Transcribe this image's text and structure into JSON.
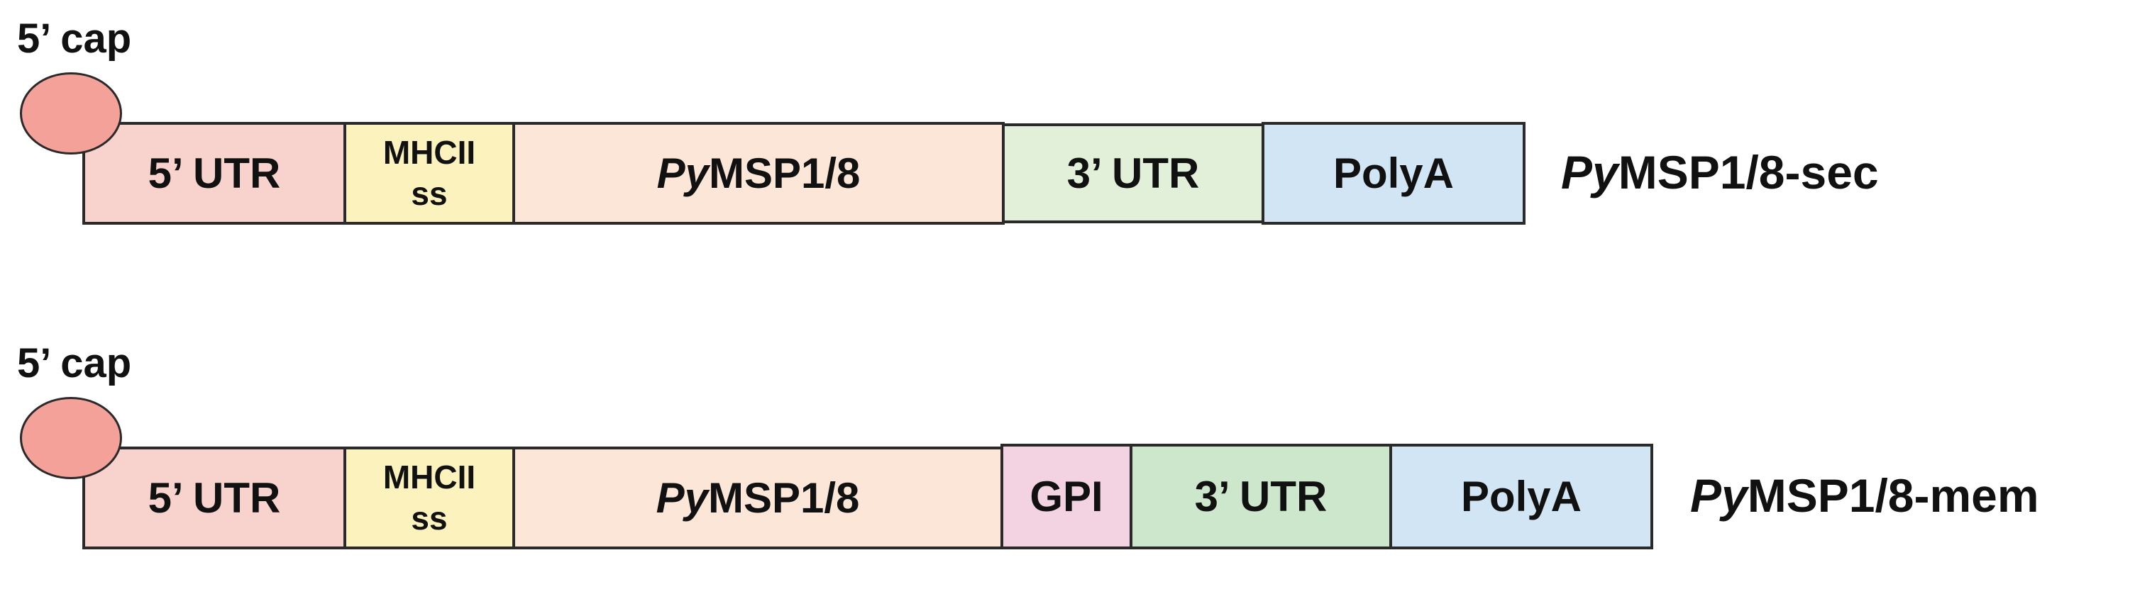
{
  "colors": {
    "cap": "#f4a19a",
    "utr5": "#f8d3cd",
    "mhcii": "#fbf2bd",
    "gene": "#fbe6d8",
    "gpi": "#f3d3e1",
    "utr3_sec": "#e2efd9",
    "utr3_mem": "#cde7cd",
    "polya": "#d2e5f4",
    "outline": "#2a2a2a"
  },
  "constructs": [
    {
      "cap_label": "5’ cap",
      "segments": {
        "utr5": "5’ UTR",
        "mhcii_line1": "MHCII",
        "mhcii_line2": "ss",
        "gene_italic": "Py",
        "gene_rest": "MSP1/8",
        "utr3": "3’ UTR",
        "polya": "PolyA"
      },
      "name_italic": "Py",
      "name_rest": "MSP1/8-sec"
    },
    {
      "cap_label": "5’ cap",
      "segments": {
        "utr5": "5’ UTR",
        "mhcii_line1": "MHCII",
        "mhcii_line2": "ss",
        "gene_italic": "Py",
        "gene_rest": "MSP1/8",
        "gpi": "GPI",
        "utr3": "3’ UTR",
        "polya": "PolyA"
      },
      "name_italic": "Py",
      "name_rest": "MSP1/8-mem"
    }
  ]
}
